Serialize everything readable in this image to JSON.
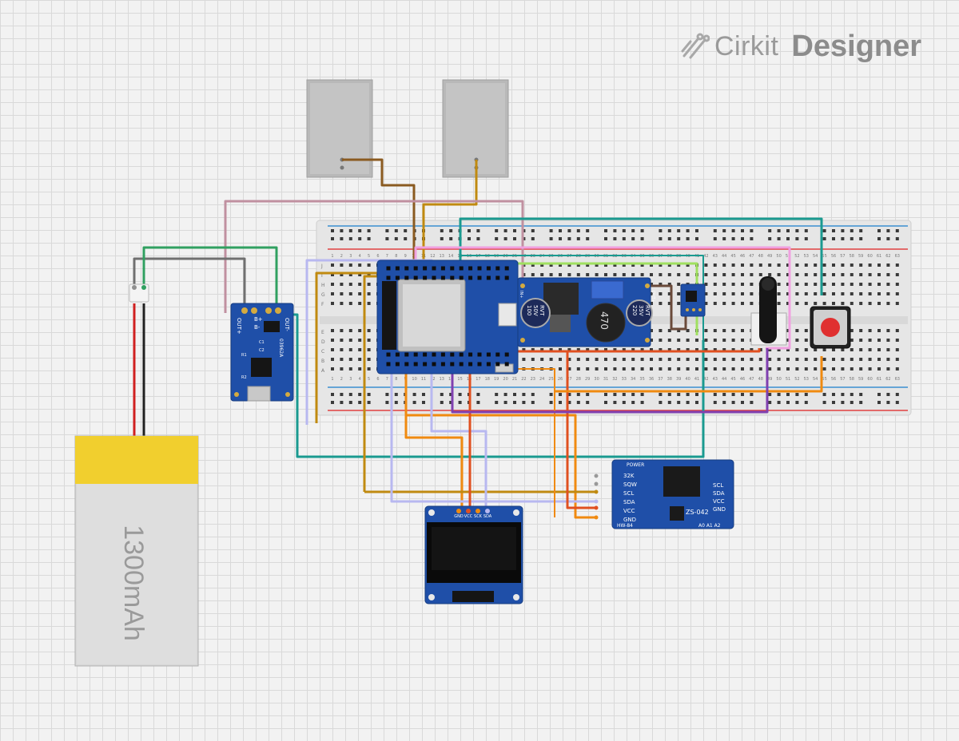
{
  "logo": {
    "brand": "Cirkit",
    "product": "Designer"
  },
  "battery": {
    "label": "1300mAh"
  },
  "charger": {
    "out_plus": "OUT+",
    "b_plus": "B+",
    "b_minus": "B-",
    "out_minus": "OUT-",
    "chip_code": "03962A",
    "r1": "R1",
    "r2": "R2",
    "c1": "C1",
    "c2": "C2"
  },
  "buck": {
    "cap1_lines": [
      "100",
      "50V",
      "RVT"
    ],
    "cap2_lines": [
      "220",
      "35V",
      "RVT"
    ],
    "inductor": "470",
    "in_plus": "IN+",
    "out_plus": "OUT+"
  },
  "rtc": {
    "name": "ZS-042",
    "board_code": "HW-84",
    "power_label": "POWER",
    "left_pins": [
      "32K",
      "SQW",
      "SCL",
      "SDA",
      "VCC",
      "GND"
    ],
    "right_pins": [
      "SCL",
      "SDA",
      "VCC",
      "GND"
    ],
    "addr": "A0 A1 A2"
  },
  "oled": {
    "pins": [
      "GND",
      "VCC",
      "SCK",
      "SDA"
    ]
  },
  "breadboard": {
    "row_labels_top": [
      "J",
      "I",
      "H",
      "G",
      "F"
    ],
    "row_labels_bottom": [
      "E",
      "D",
      "C",
      "B",
      "A"
    ]
  },
  "colors": {
    "breadboard": "#e6e6e6",
    "rail_red": "#e04040",
    "rail_blue": "#3a8fd0",
    "pcb_blue": "#1f4fa8",
    "wire_teal": "#1a9a90",
    "wire_orange": "#f08a10",
    "wire_pink": "#c090a0",
    "wire_brown": "#8a5a20",
    "wire_lavender": "#b8b8f0",
    "wire_gold": "#c08a10",
    "wire_purple": "#8040b0",
    "wire_redorange": "#e05020",
    "wire_lime": "#a0e060",
    "wire_green": "#30a060"
  }
}
